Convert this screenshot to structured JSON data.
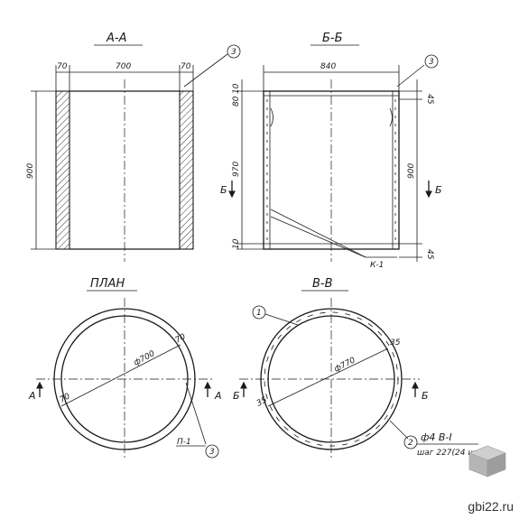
{
  "sections": {
    "aa": {
      "title": "А-А",
      "dim_wall_left": "70",
      "dim_inner": "700",
      "dim_wall_right": "70",
      "dim_height": "900"
    },
    "bb": {
      "title": "Б-Б",
      "dim_outer": "840",
      "dim_top_a": "10",
      "dim_top_b": "80",
      "dim_top_right": "45",
      "dim_left_main": "970",
      "dim_left_bottom": "10",
      "dim_right_main": "900",
      "dim_right_bottom": "45",
      "arrow_left": "Б",
      "arrow_right": "Б",
      "label_k": "К-1"
    },
    "plan": {
      "title": "ПЛАН",
      "dim_diameter": "ф700",
      "dim_wall": "70",
      "dim_wall_small": "70",
      "arrow_left": "А",
      "arrow_right": "А",
      "label_p": "П-1"
    },
    "vv": {
      "title": "В-В",
      "dim_diameter": "ф770",
      "dim_right": "35",
      "dim_left": "35",
      "arrow_left": "Б",
      "arrow_right": "Б",
      "rebar_label": "ф4 В-I",
      "step_label": "шаг 227(24 шт.)"
    }
  },
  "callouts": {
    "c1": "1",
    "c2": "2",
    "c3": "3"
  },
  "watermark": "gbi22.ru"
}
